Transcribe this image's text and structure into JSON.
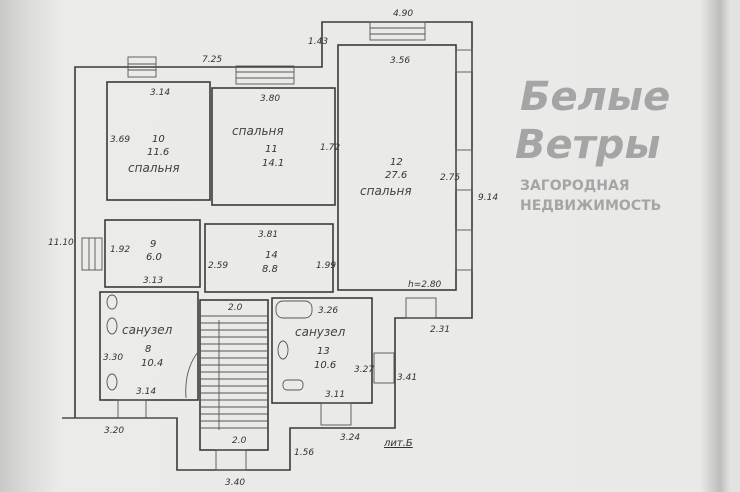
{
  "plan": {
    "letter_label": "лит.Б",
    "overall_dims": {
      "top_left": "7.25",
      "step": "1.43",
      "top_right": "4.90",
      "left": "11.10",
      "right": "9.14",
      "bottom_left": "3.20",
      "bottom_mid": "3.40",
      "bottom_right": "3.24",
      "right_step": "2.31",
      "right_lower": "3.41",
      "bottom_step": "1.56"
    },
    "rooms": [
      {
        "number": "10",
        "area": "11.6",
        "name": "спальня",
        "dims": [
          "3.14",
          "3.69"
        ]
      },
      {
        "number": "11",
        "area": "14.1",
        "name": "спальня",
        "dims": [
          "3.80",
          "1.72"
        ]
      },
      {
        "number": "12",
        "area": "27.6",
        "name": "спальня",
        "dims": [
          "3.56",
          "2.75"
        ],
        "height": "h=2.80"
      },
      {
        "number": "9",
        "area": "6.0",
        "name": "",
        "dims": [
          "1.92",
          "3.13"
        ]
      },
      {
        "number": "14",
        "area": "8.8",
        "name": "",
        "dims": [
          "3.81",
          "2.59",
          "1.99"
        ]
      },
      {
        "number": "8",
        "area": "10.4",
        "name": "санузел",
        "dims": [
          "3.30",
          "3.14"
        ]
      },
      {
        "number": "13",
        "area": "10.6",
        "name": "санузел",
        "dims": [
          "3.26",
          "3.27",
          "3.11"
        ]
      }
    ],
    "stairs": {
      "top": "2.0",
      "bottom": "2.0"
    }
  },
  "watermark": {
    "logo_line1": "Белые",
    "logo_line2": "Ветры",
    "text_line1": "ЗАГОРОДНАЯ",
    "text_line2": "НЕДВИЖИМОСТЬ"
  }
}
